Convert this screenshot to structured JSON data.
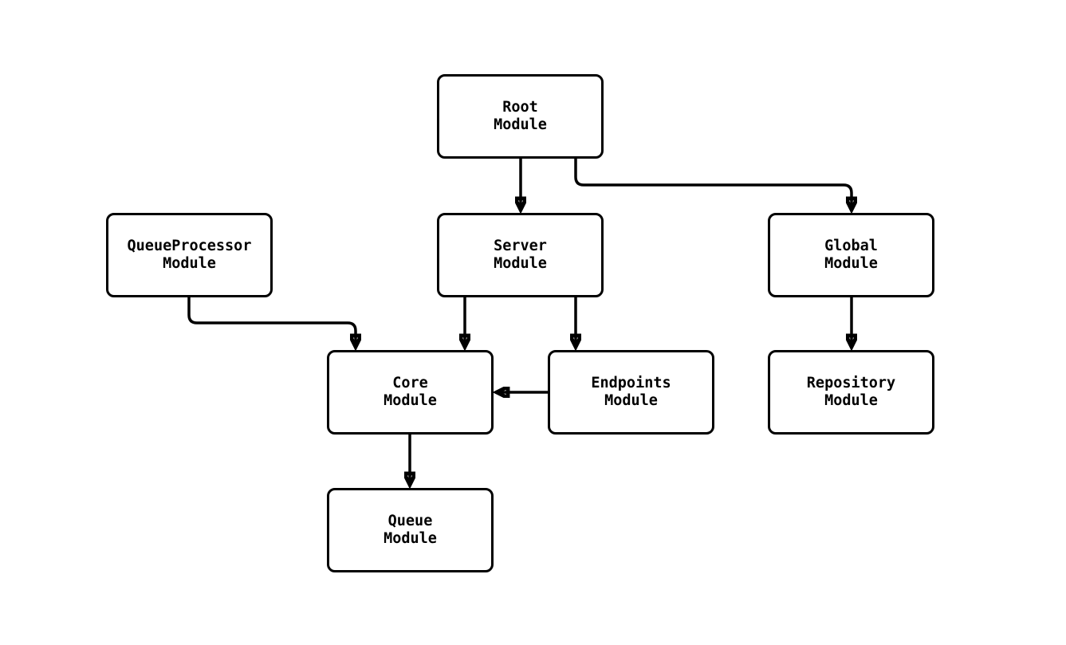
{
  "diagram": {
    "type": "flowchart",
    "nodes": {
      "root": {
        "line1": "Root",
        "line2": "Module"
      },
      "queueProcessor": {
        "line1": "QueueProcessor",
        "line2": "Module"
      },
      "server": {
        "line1": "Server",
        "line2": "Module"
      },
      "global": {
        "line1": "Global",
        "line2": "Module"
      },
      "core": {
        "line1": "Core",
        "line2": "Module"
      },
      "endpoints": {
        "line1": "Endpoints",
        "line2": "Module"
      },
      "repository": {
        "line1": "Repository",
        "line2": "Module"
      },
      "queue": {
        "line1": "Queue",
        "line2": "Module"
      }
    },
    "edges": [
      {
        "from": "Root Module",
        "to": "Server Module"
      },
      {
        "from": "Root Module",
        "to": "Global Module"
      },
      {
        "from": "QueueProcessor Module",
        "to": "Core Module"
      },
      {
        "from": "Server Module",
        "to": "Core Module"
      },
      {
        "from": "Server Module",
        "to": "Endpoints Module"
      },
      {
        "from": "Endpoints Module",
        "to": "Core Module"
      },
      {
        "from": "Global Module",
        "to": "Repository Module"
      },
      {
        "from": "Core Module",
        "to": "Queue Module"
      }
    ],
    "colors": {
      "background": "#ffffff",
      "node_fill": "#ffffff",
      "node_border": "#000000",
      "edge": "#000000",
      "text": "#000000"
    }
  }
}
